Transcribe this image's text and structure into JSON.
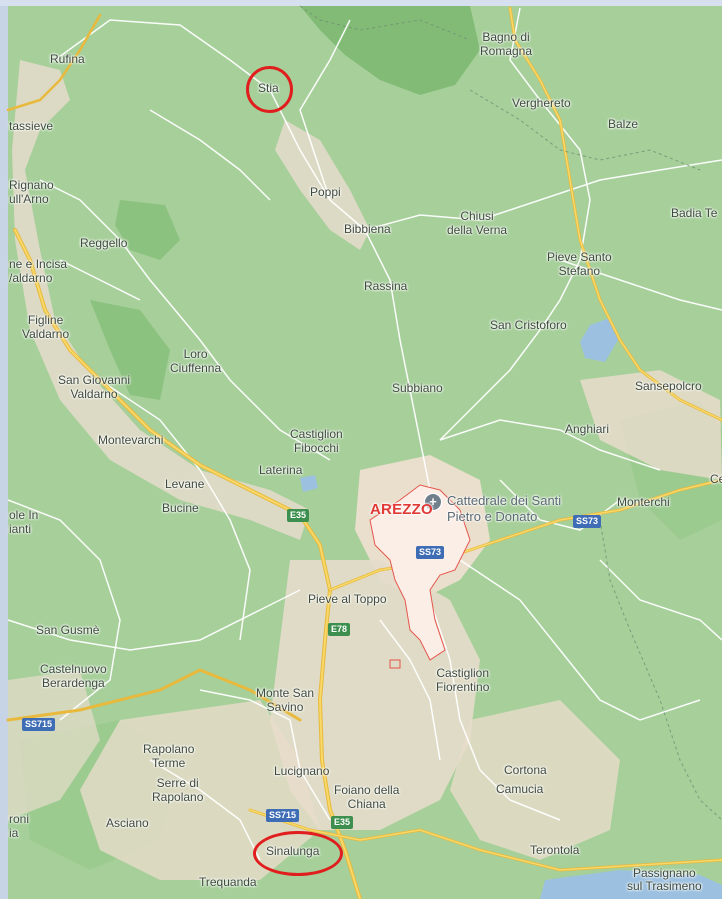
{
  "places": {
    "bagno": "Bagno di\nRomagna",
    "rufina": "Rufina",
    "stia": "Stia",
    "verghereto": "Verghereto",
    "balze": "Balze",
    "pontassieve": "tassieve",
    "poppi": "Poppi",
    "rignano": "Rignano\null'Arno",
    "badia": "Badia Te",
    "chiusi": "Chiusi\ndella Verna",
    "bibbiena": "Bibbiena",
    "reggello": "Reggello",
    "incisa": "ne e Incisa\n/aldarno",
    "pieve_santo": "Pieve Santo\nStefano",
    "rassina": "Rassina",
    "figline": "Figline\nValdarno",
    "san_cristoforo": "San Cristoforo",
    "loro": "Loro\nCiuffenna",
    "san_giovanni": "San Giovanni\nValdarno",
    "subbiano": "Subbiano",
    "sansepolcro": "Sansepolcro",
    "montevarchi": "Montevarchi",
    "castiglion_fibocchi": "Castiglion\nFibocchi",
    "anghiari": "Anghiari",
    "laterina": "Laterina",
    "levane": "Levane",
    "ce": "Ce",
    "monterchi": "Monterchi",
    "cattedrale": "Cattedrale dei Santi\nPietro e Donato",
    "bucine": "Bucine",
    "arezzo": "AREZZO",
    "pole": "ole In\nianti",
    "pieve_toppo": "Pieve al Toppo",
    "san_gusme": "San Gusmè",
    "castelnuovo": "Castelnuovo\nBerardenga",
    "castiglion_fiorentino": "Castiglion\nFiorentino",
    "monte_san_savino": "Monte San\nSavino",
    "rapolano": "Rapolano\nTerme",
    "serre": "Serre di\nRapolano",
    "lucignano": "Lucignano",
    "cortona": "Cortona",
    "camucia": "Camucia",
    "foiano": "Foiano della\nChiana",
    "roni": "roni\nia",
    "asciano": "Asciano",
    "sinalunga": "Sinalunga",
    "terontola": "Terontola",
    "trequanda": "Trequanda",
    "passignano": "Passignano\nsul Trasimeno"
  },
  "roads": {
    "e35_a": "E35",
    "e35_b": "E35",
    "e78": "E78",
    "ss73_a": "SS73",
    "ss73_b": "SS73",
    "ss715_a": "SS715",
    "ss715_b": "SS715"
  },
  "poi": {
    "pin_symbol": "+"
  },
  "highlights": [
    "Stia",
    "Sinalunga"
  ],
  "colors": {
    "land": "#a6cf9a",
    "forest": "#86bd7a",
    "urban": "#e8dccb",
    "water": "#9cc1e0",
    "highway": "#f2c94c",
    "road": "#ffffff",
    "arezzo_label": "#e03a36",
    "highlight_circle": "#e01e1e",
    "shield_blue": "#3f6db5",
    "shield_green": "#3c8f4e"
  }
}
